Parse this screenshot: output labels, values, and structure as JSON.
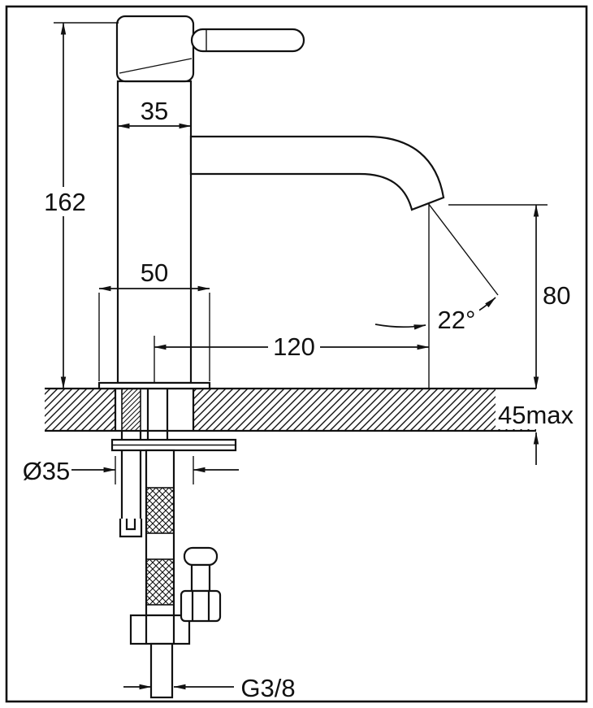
{
  "page": {
    "background": "#ffffff",
    "ink": "#111111"
  },
  "drawing": {
    "labels": {
      "top_width": "35",
      "height": "162",
      "base_width": "50",
      "reach": "120",
      "angle": "22°",
      "spout_height": "80",
      "counter_thickness": "45max",
      "hole_diameter": "Ø35",
      "thread": "G3/8"
    }
  }
}
